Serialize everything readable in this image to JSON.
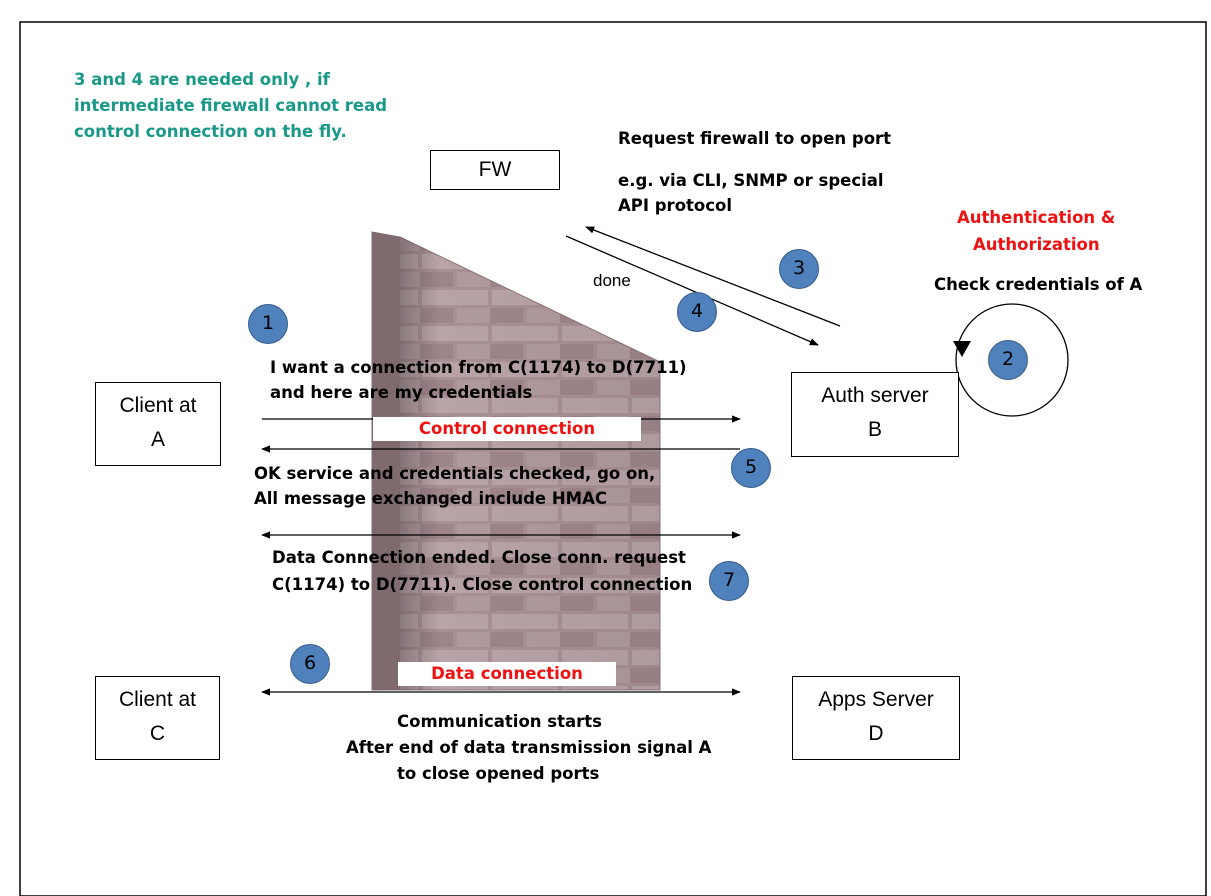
{
  "note": {
    "line1": "3 and 4 are needed only , if",
    "line2": "intermediate firewall cannot read",
    "line3": "control connection on the fly.",
    "color": "#1a9988"
  },
  "nodes": {
    "fw": "FW",
    "client_a": [
      "Client at",
      "A"
    ],
    "auth_server": [
      "Auth server",
      "B"
    ],
    "client_c": [
      "Client at",
      "C"
    ],
    "apps_server": [
      "Apps Server",
      "D"
    ]
  },
  "steps": [
    "1",
    "2",
    "3",
    "4",
    "5",
    "6",
    "7"
  ],
  "labels": {
    "request_fw": "Request firewall to open port",
    "via1": "e.g. via CLI, SNMP or special",
    "via2": "API protocol",
    "auth1": "Authentication &",
    "auth2": "Authorization",
    "check": "Check credentials of A",
    "done": "done",
    "want1": "I want a connection from C(1174) to D(7711)",
    "want2": "and here are my credentials",
    "control_connection": "Control connection",
    "ok1": "OK service and credentials checked, go on,",
    "ok2": "All message exchanged include HMAC",
    "end1": "Data Connection ended. Close conn. request",
    "end2": "C(1174) to D(7711). Close control connection",
    "data_connection": "Data connection",
    "comm1": "Communication starts",
    "comm2": "After end of data transmission signal A",
    "comm3": "to close opened ports"
  },
  "colors": {
    "accent_red": "#ee1111",
    "step_fill": "#4f81bd",
    "brick": "#a58a8e"
  }
}
